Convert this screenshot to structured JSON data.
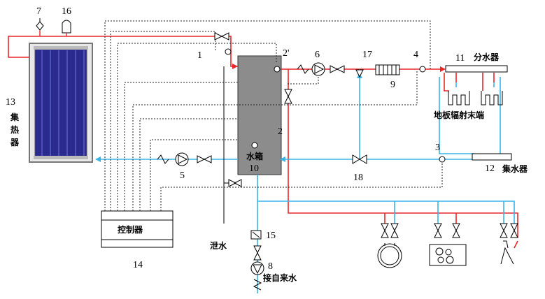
{
  "labels": {
    "n7": "7",
    "n16": "16",
    "n1": "1",
    "n2p": "2'",
    "n6": "6",
    "n17": "17",
    "n4": "4",
    "n11": "11",
    "distributor": "分水器",
    "n9": "9",
    "n13": "13",
    "collector_v1": "集",
    "collector_v2": "热",
    "collector_v3": "器",
    "floor_heating": "地板辐射末端",
    "n2": "2",
    "tank": "水箱",
    "n10": "10",
    "n3": "3",
    "n5": "5",
    "n18": "18",
    "n12": "12",
    "manifold_return": "集水器",
    "controller": "控制器",
    "n14": "14",
    "drain": "泄水",
    "n15": "15",
    "n8": "8",
    "tap_water": "接自来水"
  },
  "colors": {
    "hot_line": "#e8262a",
    "cold_line": "#39b4e6",
    "collector_fill": "#2b2a8f",
    "tank_fill": "#8c8c8c",
    "control_line": "#222222"
  }
}
